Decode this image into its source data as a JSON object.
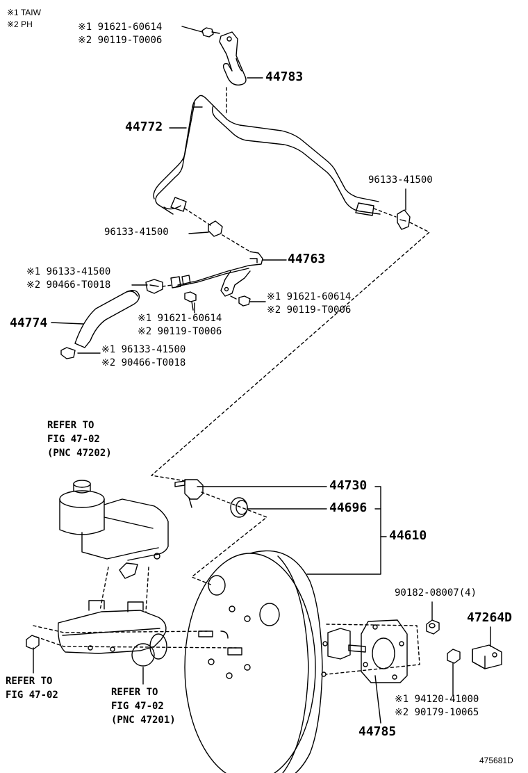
{
  "legend": {
    "line1": "※1 TAIW",
    "line2": "※2 PH"
  },
  "callouts": {
    "p44783": "44783",
    "p44772": "44772",
    "p44763": "44763",
    "p44774": "44774",
    "p44730": "44730",
    "p44696": "44696",
    "p44610": "44610",
    "p44785": "44785",
    "p47264D": "47264D",
    "clamp_right": "96133-41500",
    "clamp_left": "96133-41500",
    "nut_90182": "90182-08007(4)"
  },
  "pairs": {
    "top_bolt": {
      "a": "※1 91621-60614",
      "b": "※2 90119-T0006"
    },
    "clamp_upper": {
      "a": "※1 96133-41500",
      "b": "※2 90466-T0018"
    },
    "bolt_mid": {
      "a": "※1 91621-60614",
      "b": "※2 90119-T0006"
    },
    "bolt_right": {
      "a": "※1 91621-60614",
      "b": "※2 90119-T0006"
    },
    "clamp_lower": {
      "a": "※1 96133-41500",
      "b": "※2 90466-T0018"
    },
    "nut_bottom": {
      "a": "※1 94120-41000",
      "b": "※2 90179-10065"
    }
  },
  "refs": {
    "reservoir": {
      "l1": "REFER TO",
      "l2": "FIG 47-02",
      "l3": "(PNC 47202)"
    },
    "left": {
      "l1": "REFER TO",
      "l2": "FIG 47-02"
    },
    "master": {
      "l1": "REFER TO",
      "l2": "FIG 47-02",
      "l3": "(PNC 47201)"
    }
  },
  "figure_id": "475681D"
}
